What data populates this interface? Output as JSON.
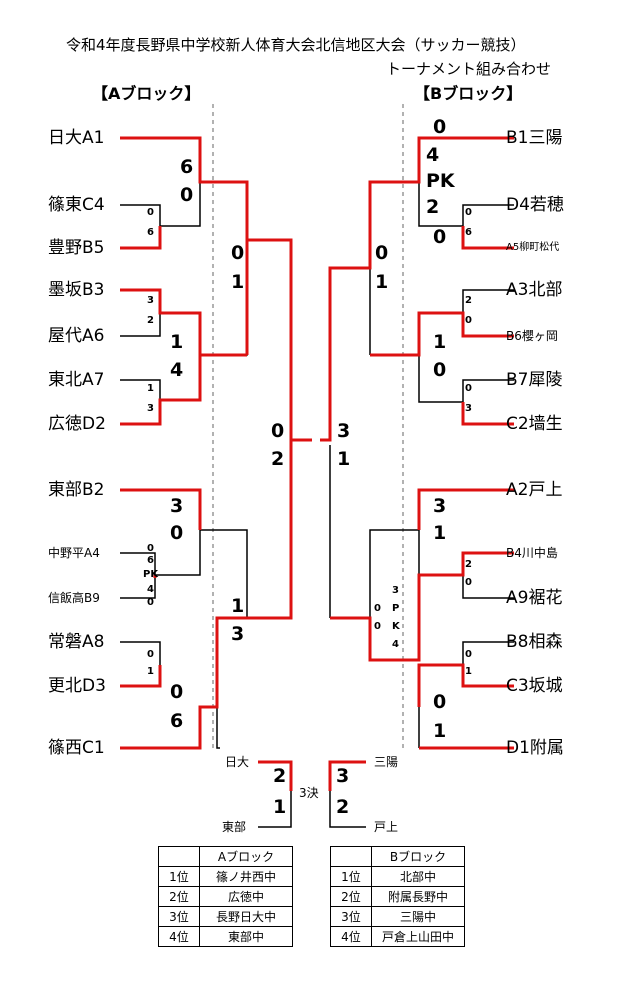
{
  "title": "令和4年度長野県中学校新人体育大会北信地区大会（サッカー競技）",
  "subtitle": "トーナメント組み合わせ",
  "block_a_label": "【Aブロック】",
  "block_b_label": "【Bブロック】",
  "teams_a": [
    "日大A1",
    "篠東C4",
    "豊野B5",
    "墨坂B3",
    "屋代A6",
    "東北A7",
    "広徳D2",
    "東部B2",
    "中野平A4",
    "信飯高B9",
    "常磐A8",
    "更北D3",
    "篠西C1"
  ],
  "teams_b": [
    "B1三陽",
    "D4若穂",
    "A5柳町松代",
    "A3北部",
    "B6櫻ヶ岡",
    "B7犀陵",
    "C2墙生",
    "A2戸上",
    "B4川中島",
    "A9裾花",
    "B8相森",
    "C3坂城",
    "D1附属"
  ],
  "scores": {
    "a_r1_top": [
      "0",
      "6"
    ],
    "a_r1_mid_a": [
      "3",
      "2"
    ],
    "a_r1_mid_b": [
      "1",
      "3"
    ],
    "a_r1_low": [
      "0",
      "6",
      "PK",
      "4",
      "0"
    ],
    "a_r1_bot": [
      "0",
      "1"
    ],
    "a_r2_1": [
      "6",
      "0"
    ],
    "a_r2_2": [
      "1",
      "4"
    ],
    "a_r2_3": [
      "3",
      "0"
    ],
    "a_r2_4": [
      "0",
      "6"
    ],
    "a_r3_1": [
      "0",
      "1"
    ],
    "a_r3_2": [
      "1",
      "3"
    ],
    "a_final": [
      "0",
      "2"
    ],
    "b_r1_top": [
      "0",
      "6"
    ],
    "b_r1_mid_a": [
      "2",
      "0"
    ],
    "b_r1_mid_b": [
      "0",
      "3"
    ],
    "b_r1_low": [
      "2",
      "0"
    ],
    "b_r1_bot": [
      "0",
      "1"
    ],
    "b_r2_1": [
      "0",
      "4",
      "PK",
      "2",
      "0"
    ],
    "b_r2_2": [
      "1",
      "0"
    ],
    "b_r2_3": [
      "3",
      "1"
    ],
    "b_r2_4": [
      "0",
      "1"
    ],
    "b_r3_1": [
      "0",
      "1"
    ],
    "b_r3_2a": [
      "0",
      "0"
    ],
    "b_r3_2b": [
      "3",
      "P",
      "K",
      "4"
    ],
    "b_final": [
      "3",
      "1"
    ]
  },
  "third_place": {
    "label": "3決",
    "a_top": "日大",
    "a_bottom": "東部",
    "b_top": "三陽",
    "b_bottom": "戸上",
    "score_a": [
      "2",
      "1"
    ],
    "score_b": [
      "3",
      "2"
    ]
  },
  "ranking_a": {
    "header": "Aブロック",
    "rows": [
      [
        "1位",
        "篠ノ井西中"
      ],
      [
        "2位",
        "広徳中"
      ],
      [
        "3位",
        "長野日大中"
      ],
      [
        "4位",
        "東部中"
      ]
    ]
  },
  "ranking_b": {
    "header": "Bブロック",
    "rows": [
      [
        "1位",
        "北部中"
      ],
      [
        "2位",
        "附属長野中"
      ],
      [
        "3位",
        "三陽中"
      ],
      [
        "4位",
        "戸倉上山田中"
      ]
    ]
  },
  "colors": {
    "winner_line": "#dd1111",
    "loser_line": "#000000",
    "divider": "#666666"
  }
}
